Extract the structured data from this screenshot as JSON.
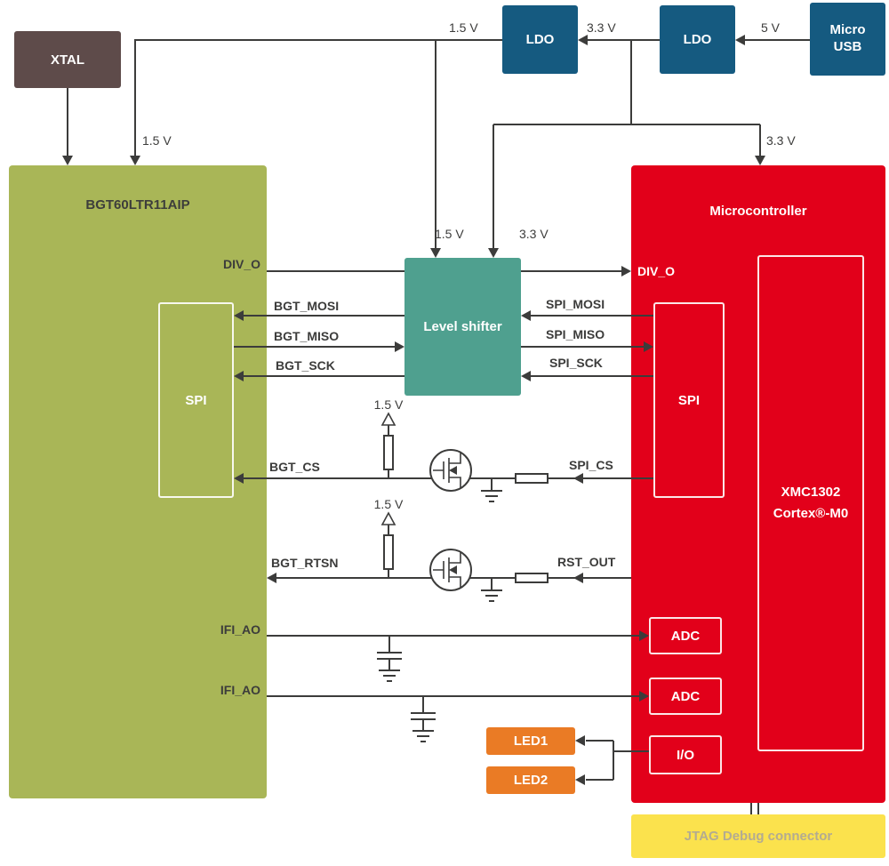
{
  "colors": {
    "bgt_green": "#a9b657",
    "mcu_red": "#e2001a",
    "ldo_blue": "#155a80",
    "xtal_brown": "#5e4b4a",
    "teal": "#4fa08f",
    "orange": "#ea7b25",
    "yellow": "#fbe24d",
    "jtag_text": "#b3ab91",
    "wire_gray": "#3c3c3b"
  },
  "blocks": {
    "xtal": "XTAL",
    "ldo1": "LDO",
    "ldo2": "LDO",
    "micro_usb": "Micro USB",
    "bgt_title": "BGT60LTR11AIP",
    "bgt_spi": "SPI",
    "level_shifter": "Level shifter",
    "mcu_title": "Microcontroller",
    "mcu_spi": "SPI",
    "mcu_core_line1": "XMC1302",
    "mcu_core_line2": "Cortex®-M0",
    "adc1": "ADC",
    "adc2": "ADC",
    "io": "I/O",
    "led1": "LED1",
    "led2": "LED2",
    "jtag": "JTAG Debug connector"
  },
  "power": {
    "ldo1_out": "1.5 V",
    "ldo2_out": "3.3 V",
    "usb_out": "5 V",
    "bgt_supply": "1.5 V",
    "mcu_supply": "3.3 V",
    "ls_supply_15": "1.5 V",
    "ls_supply_33": "3.3 V",
    "cs_pullup": "1.5 V",
    "rtsn_pullup": "1.5 V"
  },
  "signals": {
    "div_o_bgt": "DIV_O",
    "div_o_mcu": "DIV_O",
    "bgt_mosi": "BGT_MOSI",
    "spi_mosi": "SPI_MOSI",
    "bgt_miso": "BGT_MISO",
    "spi_miso": "SPI_MISO",
    "bgt_sck": "BGT_SCK",
    "spi_sck": "SPI_SCK",
    "bgt_cs": "BGT_CS",
    "spi_cs": "SPI_CS",
    "bgt_rtsn": "BGT_RTSN",
    "rst_out": "RST_OUT",
    "ifi_ao_top": "IFI_AO",
    "ifi_ao_bottom": "IFI_AO"
  }
}
